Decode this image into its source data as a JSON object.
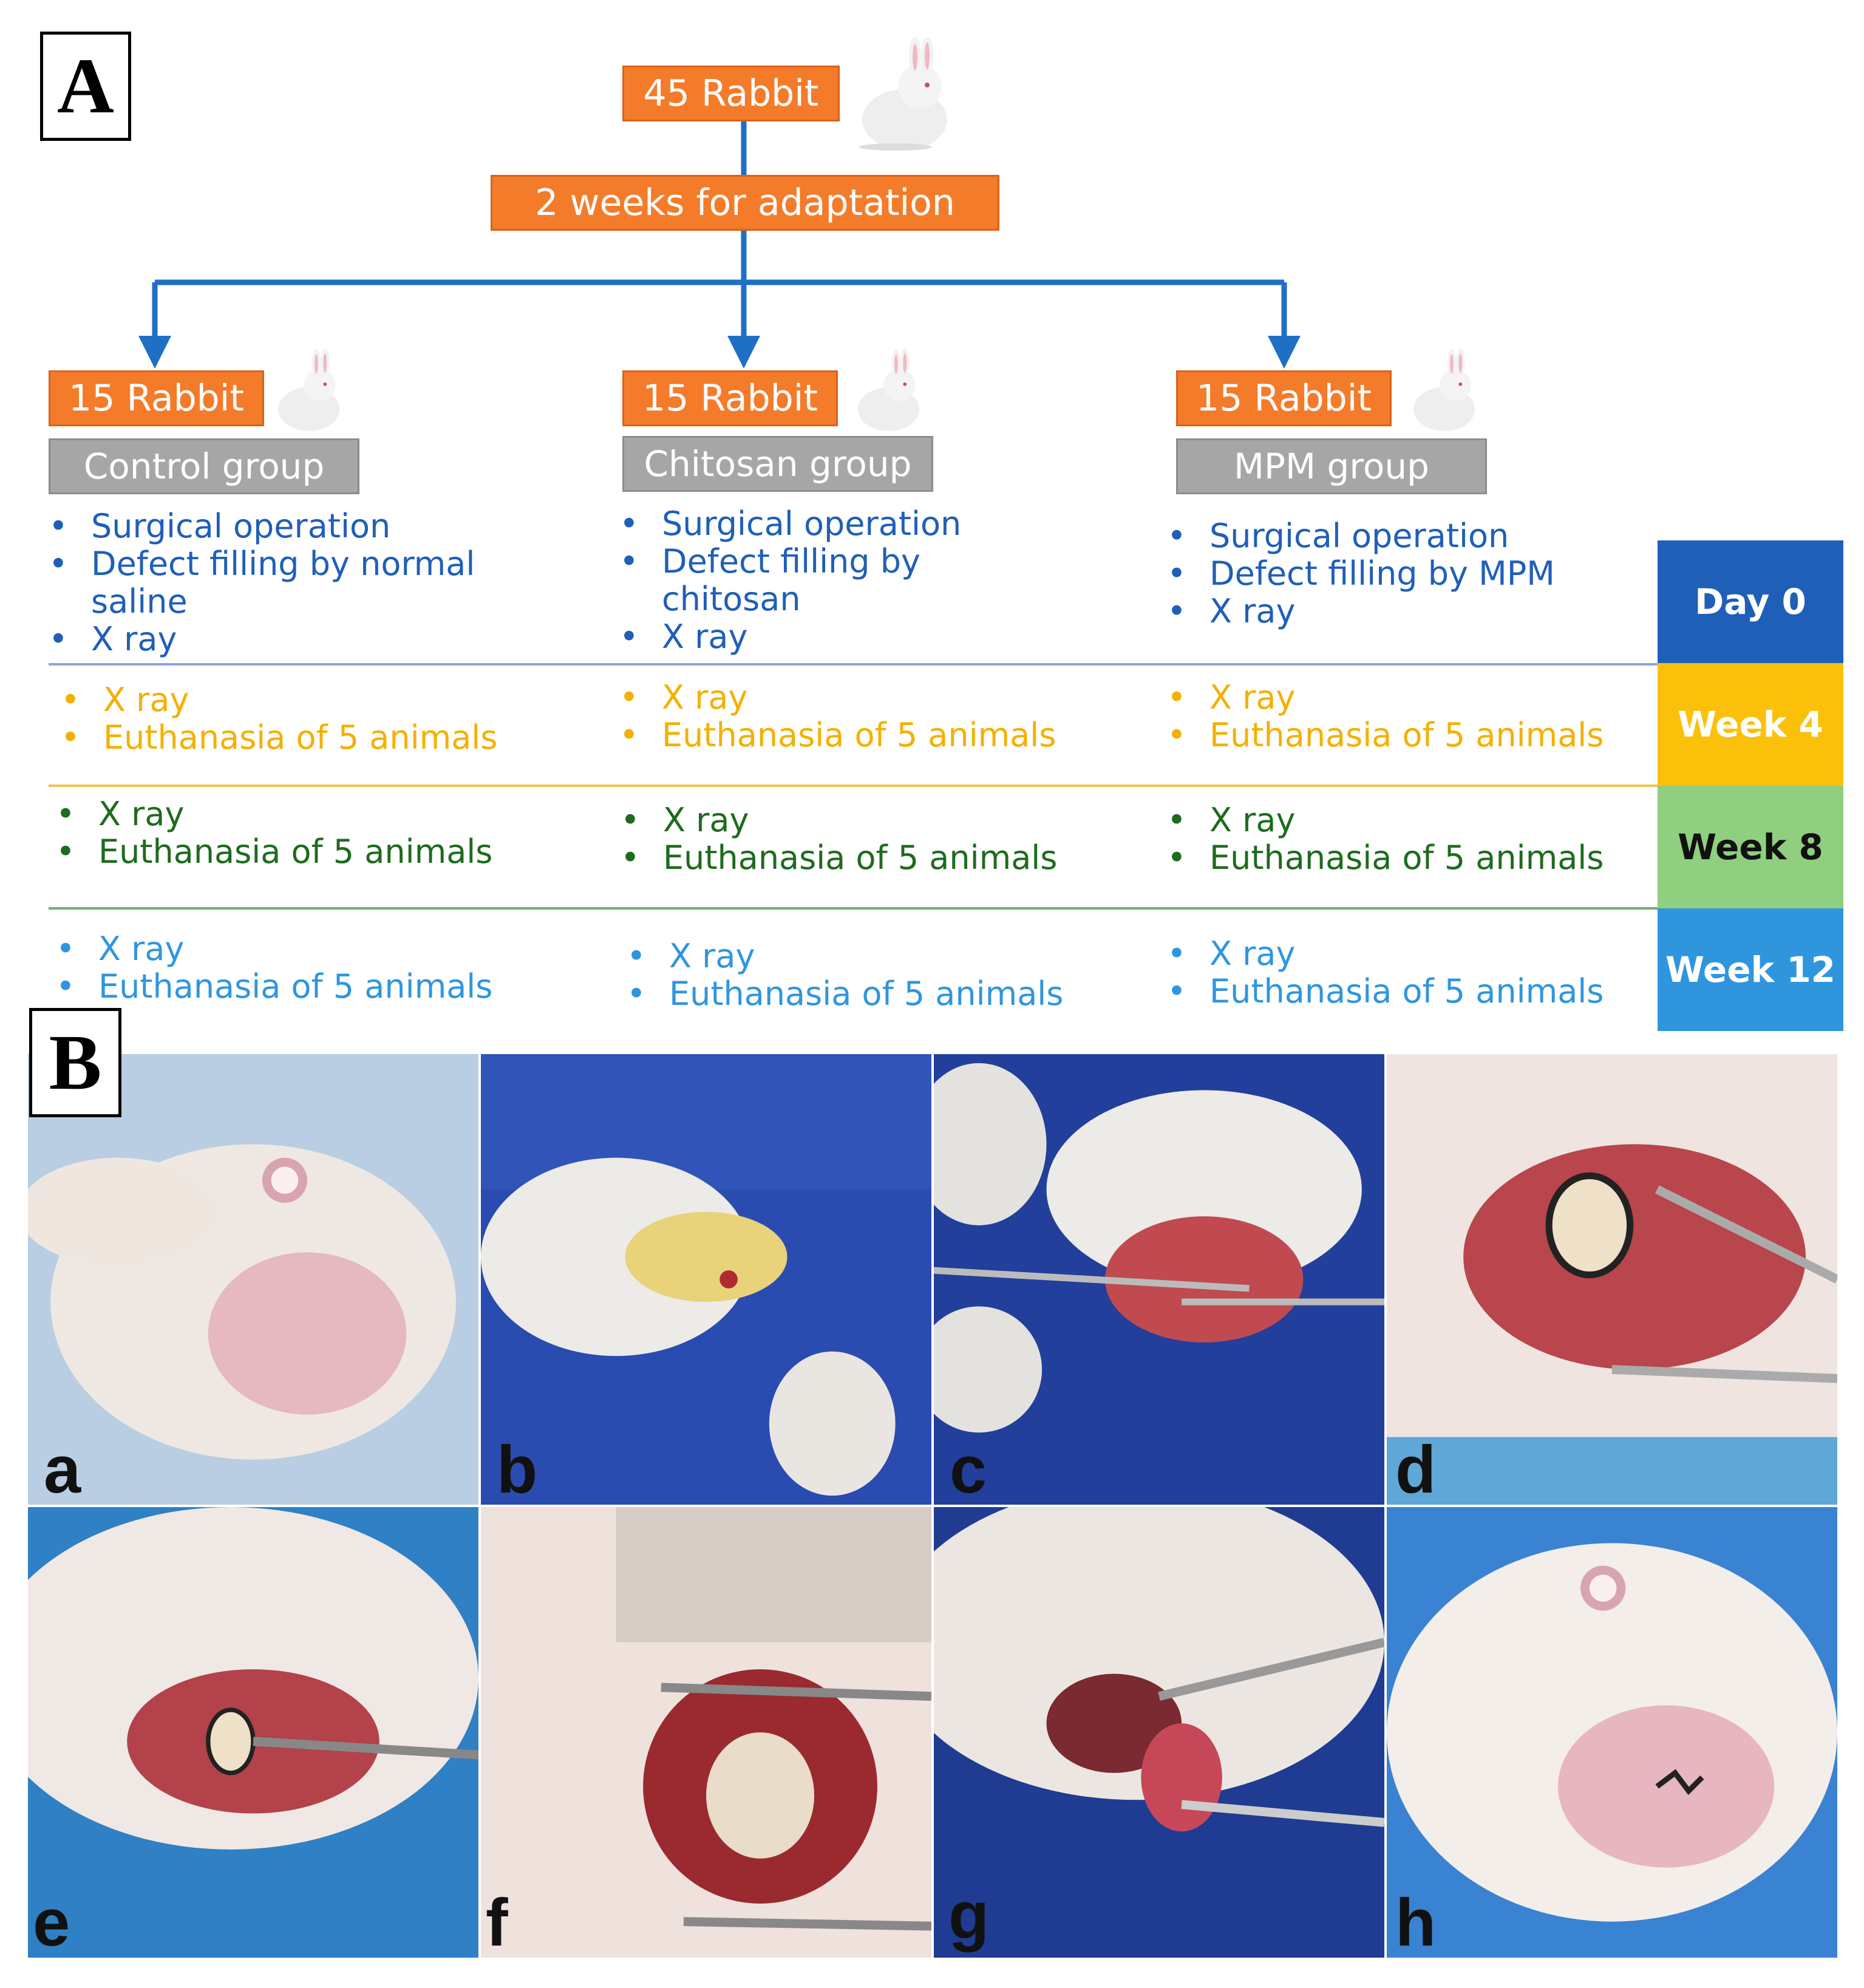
{
  "panels": {
    "a": "A",
    "b": "B"
  },
  "flow": {
    "top_box": "45 Rabbit",
    "adapt_box": "2 weeks for adaptation",
    "colors": {
      "orange": "#f47b2a",
      "gray": "#a6a6a6",
      "arrow": "#1f6fc5"
    }
  },
  "groups": [
    {
      "count": "15 Rabbit",
      "name": "Control group",
      "day0": [
        "Surgical operation",
        "Defect filling by normal saline",
        "X ray"
      ],
      "week4": [
        "X ray",
        "Euthanasia of 5 animals"
      ],
      "week8": [
        "X ray",
        "Euthanasia of 5 animals"
      ],
      "week12": [
        "X ray",
        "Euthanasia of 5 animals"
      ]
    },
    {
      "count": "15 Rabbit",
      "name": "Chitosan group",
      "day0": [
        "Surgical operation",
        "Defect filling by chitosan",
        "X ray"
      ],
      "week4": [
        "X ray",
        "Euthanasia of 5 animals"
      ],
      "week8": [
        "X ray",
        "Euthanasia of 5 animals"
      ],
      "week12": [
        "X ray",
        "Euthanasia of 5 animals"
      ]
    },
    {
      "count": "15 Rabbit",
      "name": "MPM group",
      "day0": [
        "Surgical operation",
        "Defect filling by MPM",
        "X ray"
      ],
      "week4": [
        "X ray",
        "Euthanasia of 5 animals"
      ],
      "week8": [
        "X ray",
        "Euthanasia of 5 animals"
      ],
      "week12": [
        "X ray",
        "Euthanasia of 5 animals"
      ]
    }
  ],
  "timepoints": [
    {
      "label": "Day 0",
      "bg": "#1f5fb8",
      "fg": "#ffffff",
      "text_color": "#1f5fb8"
    },
    {
      "label": "Week 4",
      "bg": "#fbc10a",
      "fg": "#ffffff",
      "text_color": "#f4b000"
    },
    {
      "label": "Week 8",
      "bg": "#8fcf7f",
      "fg": "#111111",
      "text_color": "#1e6b1e"
    },
    {
      "label": "Week 12",
      "bg": "#2f96de",
      "fg": "#ffffff",
      "text_color": "#2f96de"
    }
  ],
  "photos": [
    "a",
    "b",
    "c",
    "d",
    "e",
    "f",
    "g",
    "h"
  ]
}
